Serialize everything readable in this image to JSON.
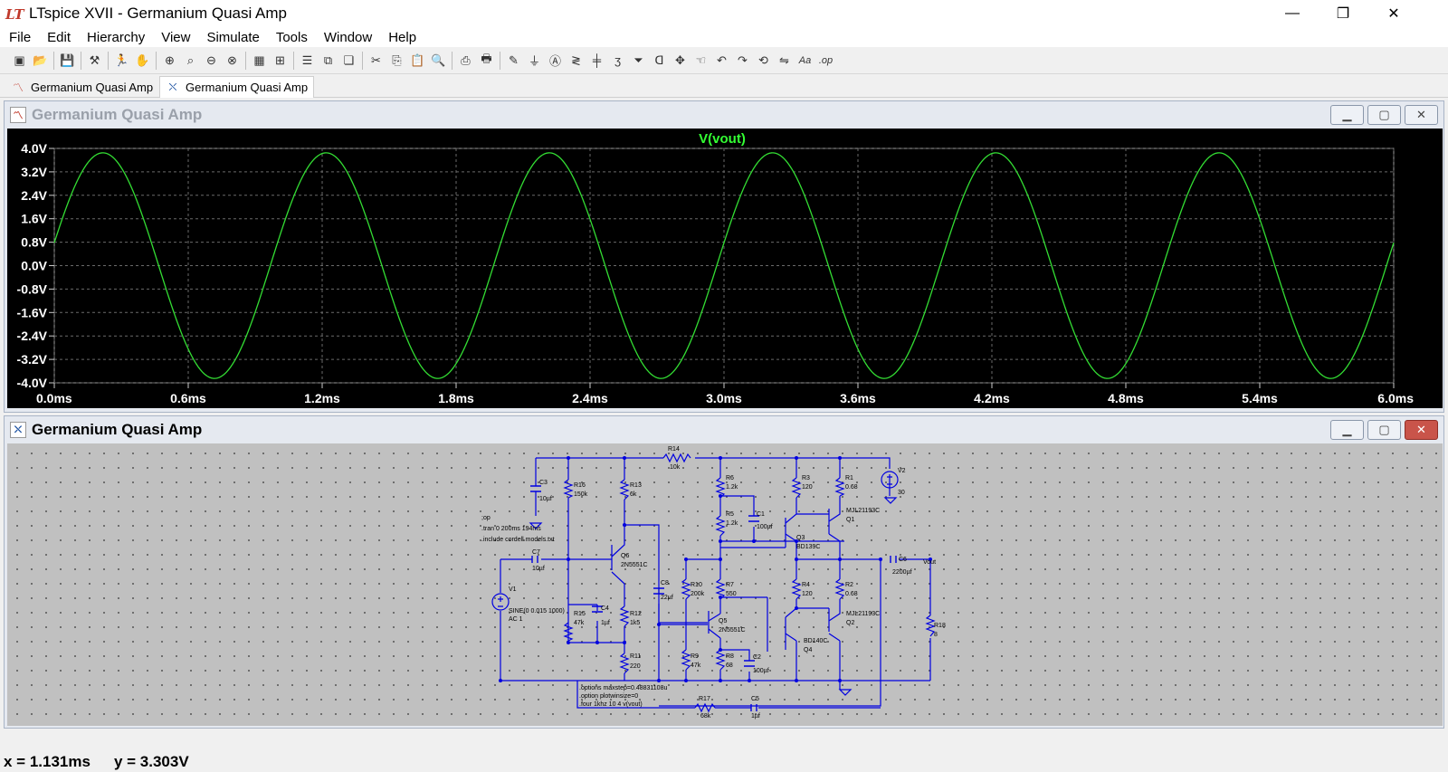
{
  "window": {
    "title": "LTspice XVII - Germanium Quasi Amp",
    "app_icon_glyph": "LT",
    "minimize_glyph": "—",
    "maximize_glyph": "❐",
    "close_glyph": "✕"
  },
  "menu": [
    "File",
    "Edit",
    "Hierarchy",
    "View",
    "Simulate",
    "Tools",
    "Window",
    "Help"
  ],
  "menu_underline": [
    "F",
    "E",
    "i",
    "V",
    "S",
    "T",
    "W",
    "H"
  ],
  "toolbar_icons": [
    {
      "name": "new-schematic-icon",
      "glyph": "▣"
    },
    {
      "name": "open-icon",
      "glyph": "📂"
    },
    {
      "sep": true
    },
    {
      "name": "save-icon",
      "glyph": "💾"
    },
    {
      "sep": true
    },
    {
      "name": "control-panel-icon",
      "glyph": "⚒"
    },
    {
      "sep": true
    },
    {
      "name": "run-icon",
      "glyph": "🏃"
    },
    {
      "name": "halt-icon",
      "glyph": "✋"
    },
    {
      "sep": true
    },
    {
      "name": "zoom-in-icon",
      "glyph": "⊕"
    },
    {
      "name": "pan-icon",
      "glyph": "⌕"
    },
    {
      "name": "zoom-out-icon",
      "glyph": "⊖"
    },
    {
      "name": "zoom-cancel-icon",
      "glyph": "⊗"
    },
    {
      "sep": true
    },
    {
      "name": "autorange-icon",
      "glyph": "▦"
    },
    {
      "name": "grid-icon",
      "glyph": "⊞"
    },
    {
      "sep": true
    },
    {
      "name": "tile-horizontal-icon",
      "glyph": "☰"
    },
    {
      "name": "tile-vertical-icon",
      "glyph": "⧉"
    },
    {
      "name": "cascade-icon",
      "glyph": "❏"
    },
    {
      "sep": true
    },
    {
      "name": "cut-icon",
      "glyph": "✂"
    },
    {
      "name": "copy-icon",
      "glyph": "⎘"
    },
    {
      "name": "paste-icon",
      "glyph": "📋"
    },
    {
      "name": "find-icon",
      "glyph": "🔍"
    },
    {
      "sep": true
    },
    {
      "name": "print-setup-icon",
      "glyph": "⎙"
    },
    {
      "name": "print-icon",
      "glyph": "🖶"
    },
    {
      "sep": true
    },
    {
      "name": "draw-wire-icon",
      "glyph": "✎"
    },
    {
      "name": "ground-icon",
      "glyph": "⏚"
    },
    {
      "name": "label-net-icon",
      "glyph": "Ⓐ"
    },
    {
      "name": "resistor-icon",
      "glyph": "≷"
    },
    {
      "name": "capacitor-icon",
      "glyph": "╪"
    },
    {
      "name": "inductor-icon",
      "glyph": "ʒ"
    },
    {
      "name": "diode-icon",
      "glyph": "⏷"
    },
    {
      "name": "component-icon",
      "glyph": "ᗡ"
    },
    {
      "name": "move-icon",
      "glyph": "✥"
    },
    {
      "name": "drag-icon",
      "glyph": "☜"
    },
    {
      "name": "undo-icon",
      "glyph": "↶"
    },
    {
      "name": "redo-icon",
      "glyph": "↷"
    },
    {
      "name": "rotate-icon",
      "glyph": "⟲"
    },
    {
      "name": "mirror-icon",
      "glyph": "⇋"
    },
    {
      "name": "text-icon",
      "glyph": "Aa"
    },
    {
      "name": "spice-directive-icon",
      "glyph": ".op"
    }
  ],
  "tabs": [
    {
      "label": "Germanium Quasi Amp",
      "kind": "waveform"
    },
    {
      "label": "Germanium Quasi Amp",
      "kind": "schematic",
      "active": true
    }
  ],
  "waveform_window": {
    "title": "Germanium Quasi Amp",
    "chart_data": {
      "type": "line",
      "title": "V(vout)",
      "xlabel": "",
      "ylabel": "",
      "xlim": [
        0,
        6.0
      ],
      "ylim": [
        -4.0,
        4.0
      ],
      "x_unit": "ms",
      "y_unit": "V",
      "x_ticks": [
        "0.0ms",
        "0.6ms",
        "1.2ms",
        "1.8ms",
        "2.4ms",
        "3.0ms",
        "3.6ms",
        "4.2ms",
        "4.8ms",
        "5.4ms",
        "6.0ms"
      ],
      "y_ticks": [
        "4.0V",
        "3.2V",
        "2.4V",
        "1.6V",
        "0.8V",
        "0.0V",
        "-0.8V",
        "-1.6V",
        "-2.4V",
        "-3.2V",
        "-4.0V"
      ],
      "grid": true,
      "series": [
        {
          "name": "V(vout)",
          "color": "#33dd33",
          "amplitude_v": 3.85,
          "frequency_khz": 1.0,
          "offset_v": 0.0,
          "phase_at_zero_v": 0.78
        }
      ]
    }
  },
  "schematic_window": {
    "title": "Germanium Quasi Amp",
    "labels": {
      "R14": "R14",
      "R14v": "10k",
      "C3": "C3",
      "C3v": "10µf",
      "R16": "R16",
      "R16v": "150k",
      "R13": "R13",
      "R13v": "6k",
      "R6": "R6",
      "R6v": "1.2k",
      "R5": "R5",
      "R5v": "1.2k",
      "C1": "C1",
      "C1v": "100µf",
      "R3": "R3",
      "R3v": "120",
      "R1": "R1",
      "R1v": "0.68",
      "V2": "V2",
      "V2v": "30",
      "Q1": "MJL21193C",
      "Q1n": "Q1",
      "Q3": "Q3",
      "Q3v": "BD139C",
      "Q6": "Q6",
      "Q6v": "2N5551C",
      "C7": "C7",
      "C7v": "10µf",
      "C8": "C8",
      "C8v": "22µf",
      "R10": "R10",
      "R10v": "200k",
      "R7": "R7",
      "R7v": "550",
      "R4": "R4",
      "R4v": "120",
      "R2": "R2",
      "R2v": "0.68",
      "C6": "C6",
      "C6v": "2200µf",
      "Vout": "Vout",
      "V1": "V1",
      "V1v": "SINE(0 0.015 1000)",
      "V1ac": "AC 1",
      "R15": "R15",
      "R15v": "47k",
      "C4": "C4",
      "C4v": "1µf",
      "R12": "R12",
      "R12v": "1k5",
      "Q5": "Q5",
      "Q5v": "2N5551C",
      "Q2": "MJL21193C",
      "Q2n": "Q2",
      "Q4v": "BD140C",
      "Q4": "Q4",
      "R18": "R18",
      "R18v": "8",
      "R11": "R11",
      "R11v": "220",
      "R9": "R9",
      "R9v": "47k",
      "R8": "R8",
      "R8v": "68",
      "C2": "C2",
      "C2v": "100µf",
      "R17": "R17",
      "R17v": "68k",
      "C5": "C5",
      "C5v": "1µf"
    },
    "directives": [
      ";op",
      ".tran 0 200ms 194ms",
      ".include cordell models.txt"
    ],
    "directives2": [
      ".options maxstep=0.48831108u",
      ".option plotwinsize=0",
      ".four 1khz 10 4 v(vout)"
    ]
  },
  "status": {
    "x": "x = 1.131ms",
    "y": "y = 3.303V"
  },
  "colors": {
    "wire": "#0000e0",
    "trace": "#33dd33",
    "axis_text": "#ffffff",
    "title_green": "#33ff33"
  }
}
